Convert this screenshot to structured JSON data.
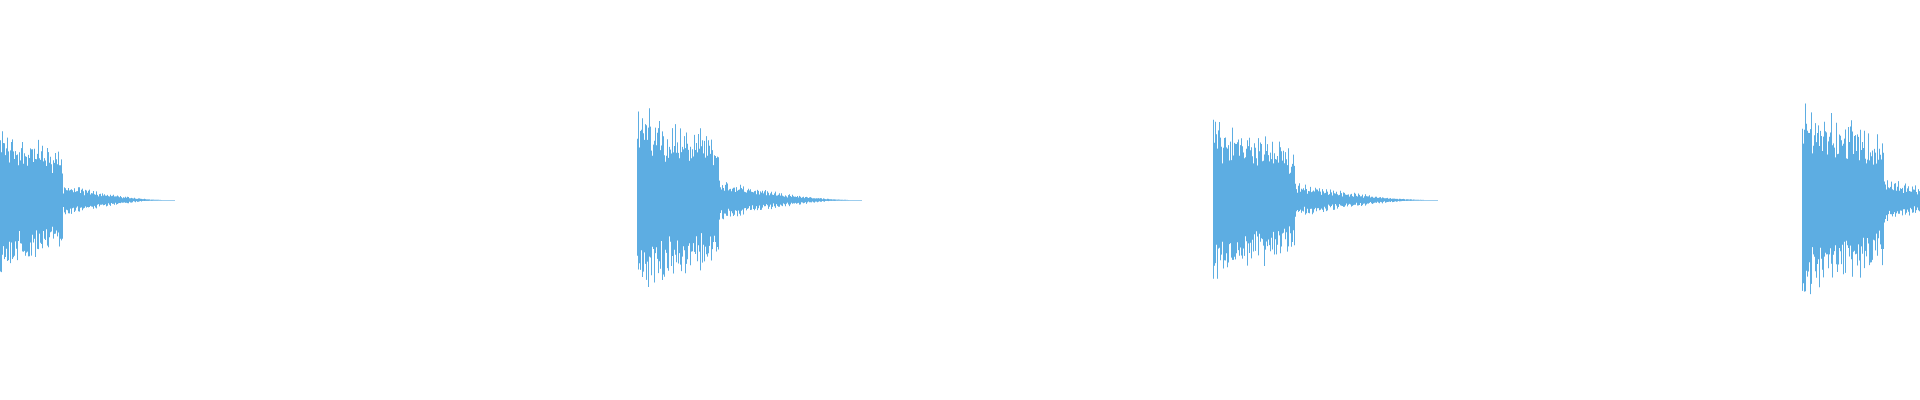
{
  "waveform": {
    "color": "#5dade2",
    "background": "#ffffff",
    "hits": [
      {
        "peak": 0.5,
        "decay": 0.55
      },
      {
        "peak": 0.62,
        "decay": 0.62
      },
      {
        "peak": 0.54,
        "decay": 0.62
      },
      {
        "peak": 0.66,
        "decay": 0.6
      }
    ]
  }
}
